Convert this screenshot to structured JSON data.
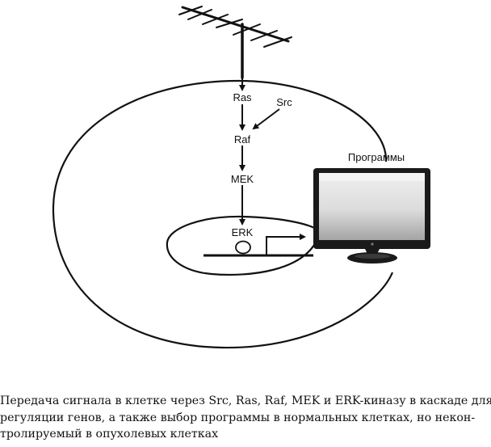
{
  "diagram": {
    "nodes": {
      "ras": "Ras",
      "src": "Src",
      "raf": "Raf",
      "mek": "MEK",
      "erk": "ERK",
      "programs": "Программы"
    },
    "colors": {
      "line": "#111111",
      "screen_light": "#ebebeb",
      "screen_dark": "#a8a8a8",
      "bezel": "#1a1a1a"
    },
    "icons": [
      "antenna-icon",
      "tv-monitor-icon"
    ]
  },
  "caption": {
    "line1": "Передача сигнала в клетке через Src, Ras, Raf, MEK и ERK-киназу в каскаде для",
    "line2": "регуляции генов, а также выбор программы в нормальных клетках, но некон-",
    "line3": "тролируемый в опухолевых клетках"
  }
}
